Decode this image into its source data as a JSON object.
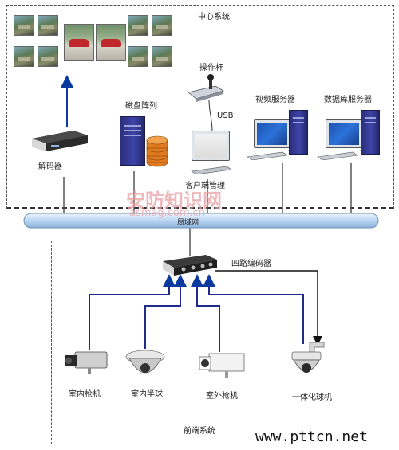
{
  "labels": {
    "center_system": "中心系统",
    "decoder": "解码器",
    "disk_array": "磁盘阵列",
    "joystick": "操作杆",
    "usb": "USB",
    "video_server": "视频服务器",
    "database_server": "数据库服务器",
    "client_management": "客户端管理",
    "network": "局域网",
    "quad_encoder": "四路编码器",
    "indoor_bullet": "室内枪机",
    "indoor_dome": "室内半球",
    "outdoor_bullet": "室外枪机",
    "integrated_dome": "一体化球机",
    "frontend_system": "前端系统"
  },
  "watermarks": {
    "primary": "安防知识网",
    "secondary": "asmag.com.cn",
    "corner": "www.pttcn.net"
  },
  "colors": {
    "link_blue": "#1f2a8a",
    "arrow_blue": "#0b3a9e",
    "bus_fill": "#cfe3f7",
    "watermark": "#e8a0a6"
  }
}
